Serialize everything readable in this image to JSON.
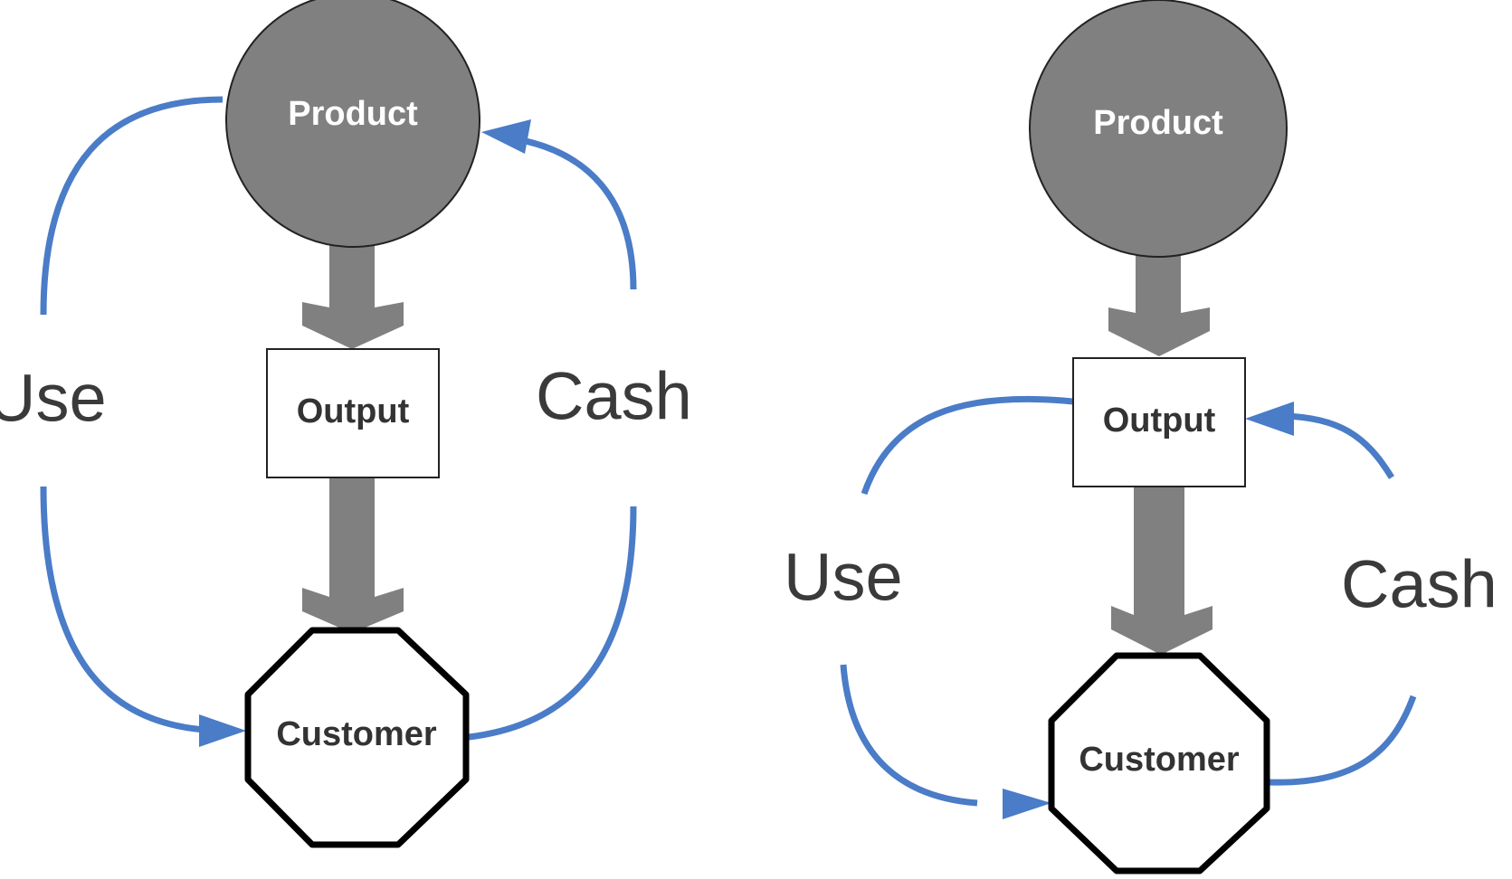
{
  "colors": {
    "product_fill": "#808080",
    "product_stroke": "#222222",
    "product_text": "#ffffff",
    "flow_arrow": "#808080",
    "loop_line": "#4a7cc7",
    "box_stroke": "#222222",
    "node_text": "#333333",
    "label_text": "#3a3a3a"
  },
  "diagrams": [
    {
      "product": "Product",
      "output": "Output",
      "customer": "Customer",
      "use_label": "Use",
      "cash_label": "Cash"
    },
    {
      "product": "Product",
      "output": "Output",
      "customer": "Customer",
      "use_label": "Use",
      "cash_label": "Cash"
    }
  ]
}
